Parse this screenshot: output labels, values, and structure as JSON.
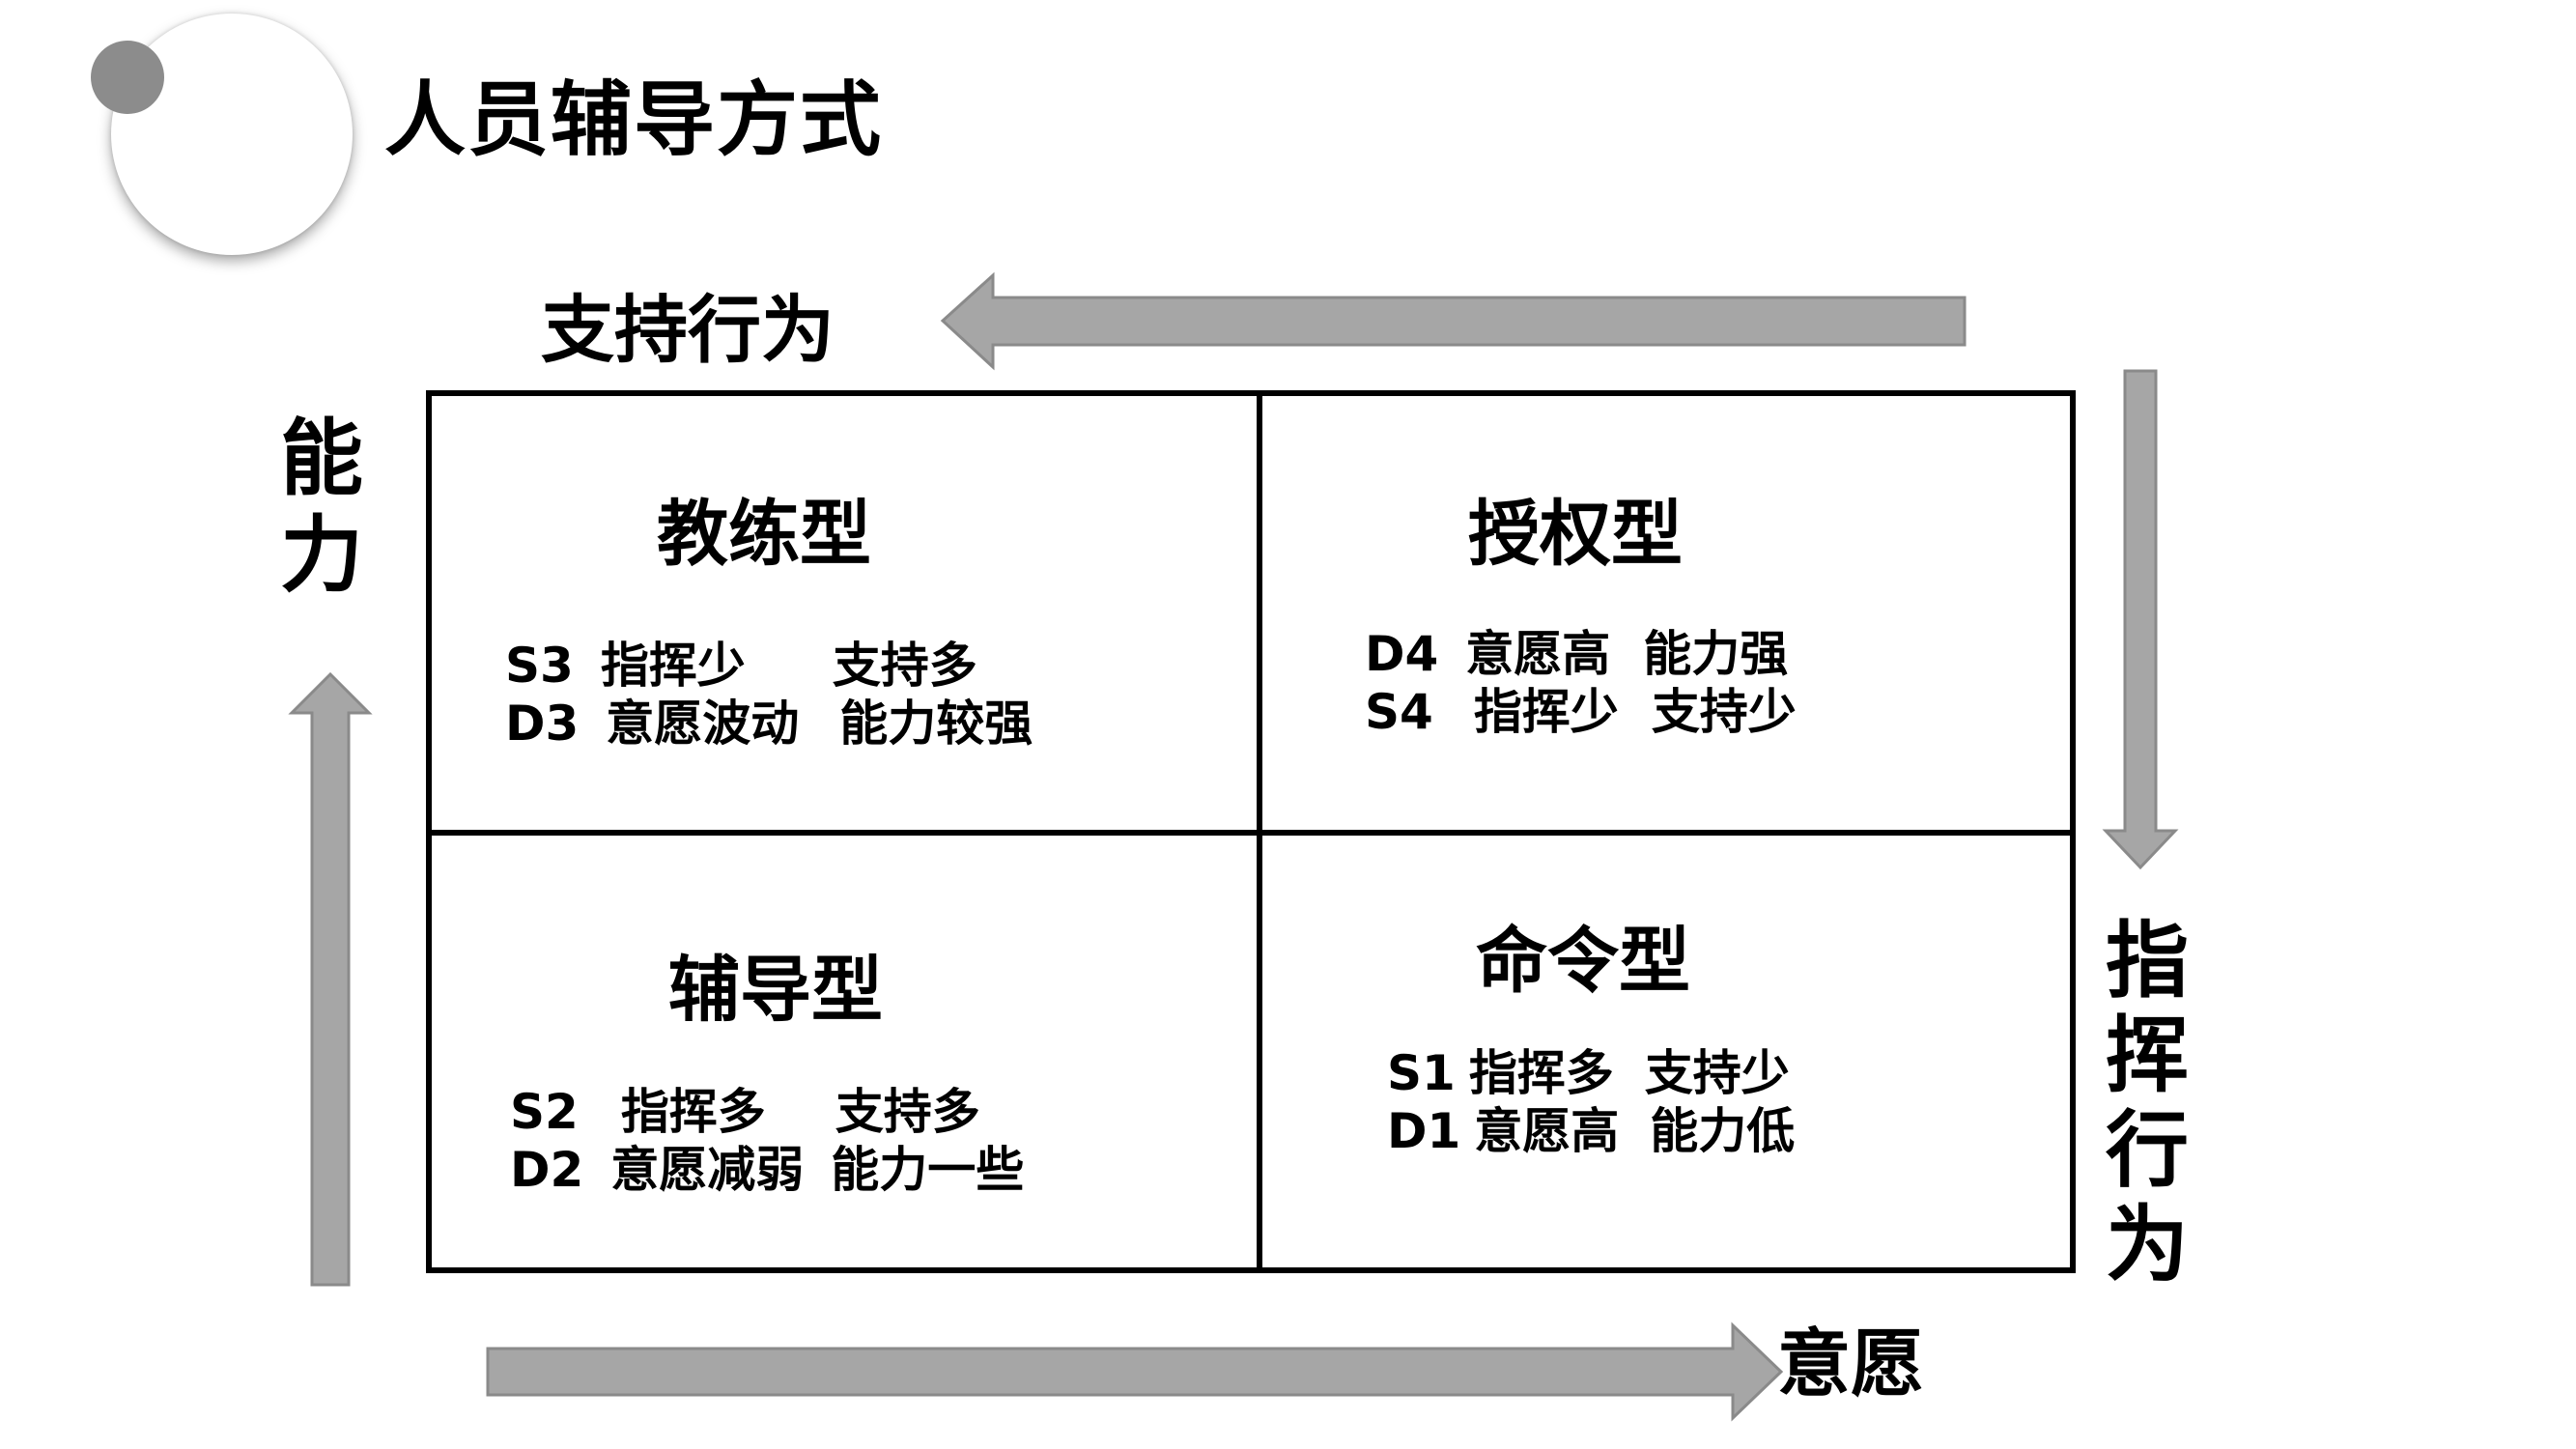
{
  "title": "人员辅导方式",
  "axes": {
    "top_label": "支持行为",
    "left_label_chars": [
      "能",
      "力"
    ],
    "right_label_chars": [
      "指",
      "挥",
      "行",
      "为"
    ],
    "bottom_label": "意愿"
  },
  "quadrants": {
    "top_left": {
      "title": "教练型",
      "line1_code": "S3",
      "line1_a": "指挥少",
      "line1_b": "支持多",
      "line2_code": "D3",
      "line2_a": "意愿波动",
      "line2_b": "能力较强"
    },
    "top_right": {
      "title": "授权型",
      "line1_code": "D4",
      "line1_a": "意愿高",
      "line1_b": "能力强",
      "line2_code": "S4",
      "line2_a": "指挥少",
      "line2_b": "支持少"
    },
    "bottom_left": {
      "title": "辅导型",
      "line1_code": "S2",
      "line1_a": "指挥多",
      "line1_b": "支持多",
      "line2_code": "D2",
      "line2_a": "意愿减弱",
      "line2_b": "能力一些"
    },
    "bottom_right": {
      "title": "命令型",
      "line1_code": "S1",
      "line1_a": "指挥多",
      "line1_b": "支持少",
      "line2_code": "D1",
      "line2_a": "意愿高",
      "line2_b": "能力低"
    }
  },
  "colors": {
    "arrow_fill": "#a6a6a6",
    "arrow_stroke": "#8a8a8a",
    "deco_dot": "#8c8c8c"
  }
}
